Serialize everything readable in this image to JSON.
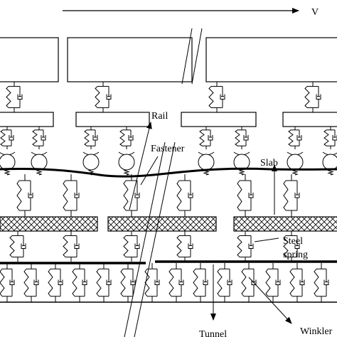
{
  "labels": {
    "velocity": "V",
    "rail": "Rail",
    "fastener": "Fastener",
    "slab": "Slab",
    "steel_line1": "Steel",
    "steel_line2": "spring",
    "tunnel": "Tunnel",
    "winkler": "Winkler"
  }
}
